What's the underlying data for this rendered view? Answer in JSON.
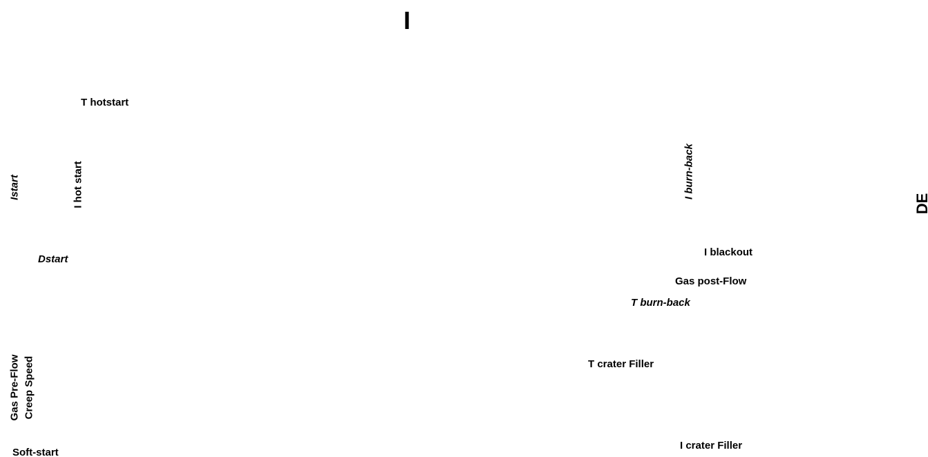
{
  "diagram": {
    "title": "I",
    "side_label": "DE",
    "labels": {
      "t_hotstart": "T hotstart",
      "i_start": "Istart",
      "i_hot_start": "I hot start",
      "d_start": "Dstart",
      "gas_pre_flow": "Gas Pre-Flow",
      "creep_speed": "Creep Speed",
      "soft_start": "Soft-start",
      "i_burn_back": "I burn-back",
      "i_blackout": "I blackout",
      "gas_post_flow": "Gas post-Flow",
      "t_burn_back": "T burn-back",
      "t_crater_filler": "T crater Filler",
      "i_crater_filler": "I crater Filler"
    }
  }
}
